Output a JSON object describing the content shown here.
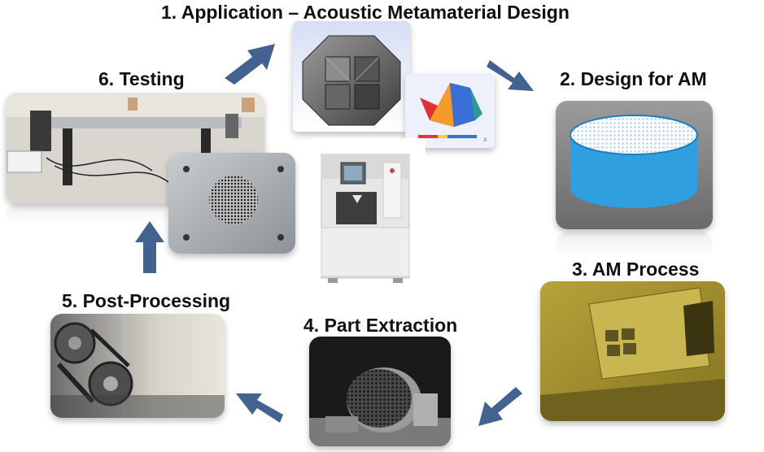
{
  "steps": {
    "s1": "1. Application – Acoustic Metamaterial Design",
    "s2": "2. Design for AM",
    "s3": "3. AM Process",
    "s4": "4. Part Extraction",
    "s5": "5. Post-Processing",
    "s6": "6. Testing"
  },
  "colors": {
    "arrow": "#44628f",
    "cylinder_blue": "#2f9fe0",
    "am_yellow": "#a7952c"
  }
}
